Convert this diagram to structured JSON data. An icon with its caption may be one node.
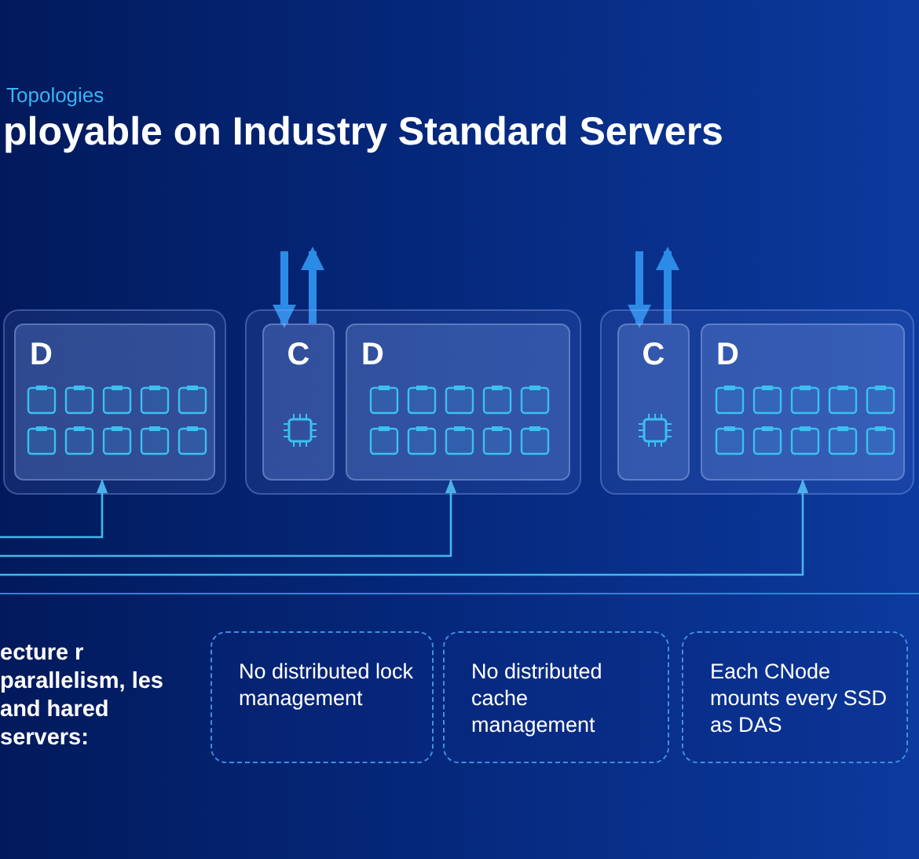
{
  "diagram": {
    "title": "ployable on Industry Standard Servers",
    "nodes": [
      {
        "text": [],
        "shape": "box"
      },
      {
        "text": [
          "D"
        ],
        "in": 0
      },
      {
        "text": [],
        "shape": "box"
      },
      {
        "text": [
          "C"
        ],
        "in": 2
      },
      {
        "text": [
          "D"
        ],
        "in": 2
      },
      {
        "text": [],
        "shape": "box"
      },
      {
        "text": [
          "C"
        ],
        "in": 5
      },
      {
        "text": [
          "D"
        ],
        "in": 5
      },
      {
        "text": [
          "No distributed lock management"
        ]
      },
      {
        "text": [
          "No distributed cache management"
        ]
      },
      {
        "text": [
          "Each CNode mounts every SSD as DAS"
        ]
      }
    ],
    "edges": [
      {
        "from": null,
        "to": 1,
        "arrow": "to",
        "color": "#45b6ea"
      },
      {
        "from": null,
        "to": 4,
        "arrow": "to",
        "color": "#45b6ea"
      },
      {
        "from": null,
        "to": 7,
        "arrow": "to",
        "color": "#45b6ea"
      },
      {
        "from": null,
        "to": 3,
        "arrow": "to"
      },
      {
        "from": 3,
        "to": null,
        "arrow": "to"
      },
      {
        "from": null,
        "to": 6,
        "arrow": "to"
      },
      {
        "from": 6,
        "to": null,
        "arrow": "to"
      }
    ],
    "labels": [
      "Topologies",
      "ecture r parallelism, les and hared servers:"
    ]
  }
}
